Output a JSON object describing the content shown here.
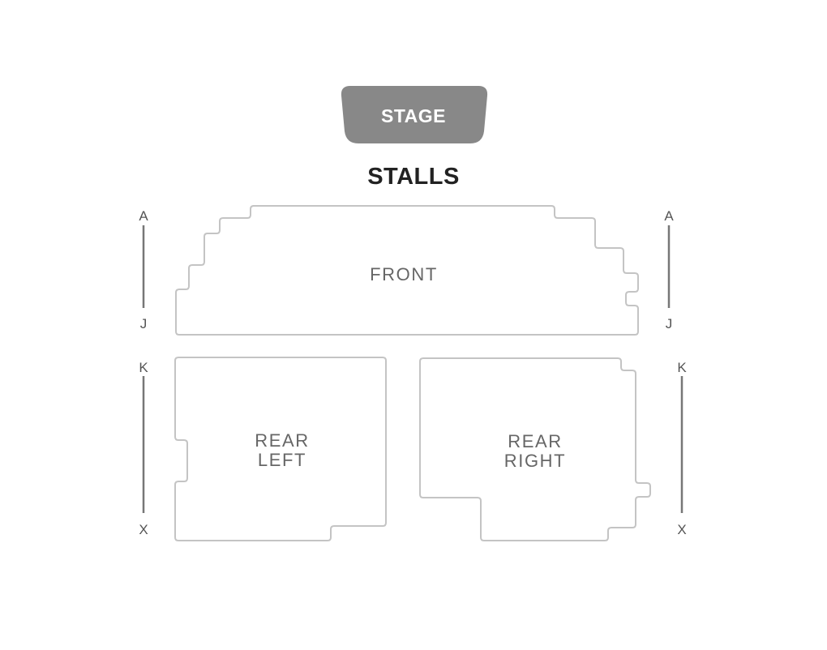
{
  "stage": {
    "label": "STAGE",
    "color": "#888888"
  },
  "area": {
    "title": "STALLS"
  },
  "sections": [
    {
      "id": "front",
      "label_lines": [
        "FRONT"
      ],
      "rows": "A-J"
    },
    {
      "id": "rear-left",
      "label_lines": [
        "REAR",
        "LEFT"
      ],
      "rows": "K-X"
    },
    {
      "id": "rear-right",
      "label_lines": [
        "REAR",
        "RIGHT"
      ],
      "rows": "K-X"
    }
  ],
  "row_markers": {
    "left": [
      {
        "start": "A",
        "end": "J"
      },
      {
        "start": "K",
        "end": "X"
      }
    ],
    "right": [
      {
        "start": "A",
        "end": "J"
      },
      {
        "start": "K",
        "end": "X"
      }
    ]
  },
  "colors": {
    "outline": "#c4c4c4",
    "section_label": "#666666",
    "title": "#222222",
    "row_marker": "#777777"
  }
}
